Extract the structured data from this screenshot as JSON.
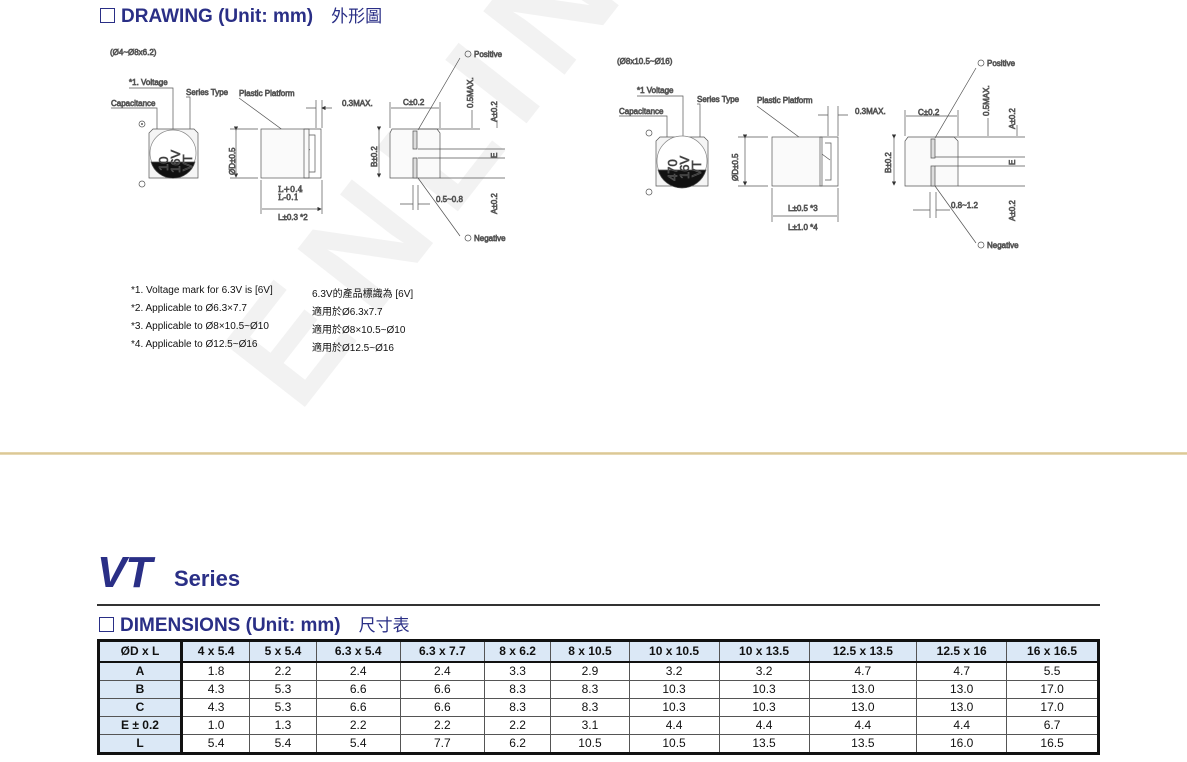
{
  "watermark": "ENLINCA",
  "drawing": {
    "title": "DRAWING (Unit: mm)",
    "title_cjk": "外形圖",
    "small": {
      "range": "(Ø4~Ø8x6.2)",
      "voltage_label": "*1. Voltage",
      "capacitance_label": "Capacitance",
      "series_type_label": "Series Type",
      "platform_label": "Plastic Platform",
      "marking": [
        "10",
        "16V",
        "VT"
      ],
      "diameter": "ØD±0.5",
      "length_tol_plus": "L+0.4",
      "length_tol_minus": "L-0.1",
      "length": "L±0.3 *2",
      "max03": "0.3MAX.",
      "c_dim": "C±0.2",
      "b_dim": "B±0.2",
      "max05": "0.5MAX.",
      "a_dim": "A±0.2",
      "e_dim": "E",
      "terminal": "0.5~0.8",
      "positive": "Positive",
      "negative": "Negative"
    },
    "large": {
      "range": "(Ø8x10.5~Ø16)",
      "voltage_label": "*1 Voltage",
      "capacitance_label": "Capacitance",
      "series_type_label": "Series Type",
      "platform_label": "Plastic Platform",
      "marking": [
        "470",
        "16V",
        "VT"
      ],
      "diameter": "ØD±0.5",
      "length_a": "L±0.5 *3",
      "length_b": "L±1.0 *4",
      "max03": "0.3MAX.",
      "c_dim": "C±0.2",
      "b_dim": "B±0.2",
      "max05": "0.5MAX.",
      "a_dim": "A±0.2",
      "e_dim": "E",
      "terminal": "0.8~1.2",
      "positive": "Positive",
      "negative": "Negative"
    },
    "notes": [
      {
        "en": "*1. Voltage mark for 6.3V is [6V]",
        "cn": "6.3V的產品標識為 [6V]"
      },
      {
        "en": "*2. Applicable to Ø6.3×7.7",
        "cn": "適用於Ø6.3x7.7"
      },
      {
        "en": "*3. Applicable to Ø8×10.5~Ø10",
        "cn": "適用於Ø8×10.5~Ø10"
      },
      {
        "en": "*4. Applicable to Ø12.5~Ø16",
        "cn": "適用於Ø12.5~Ø16"
      }
    ]
  },
  "series": {
    "name": "VT",
    "suffix": "Series"
  },
  "dimensions": {
    "title": "DIMENSIONS (Unit: mm)",
    "title_cjk": "尺寸表",
    "corner": "ØD x L",
    "columns": [
      "4 x 5.4",
      "5 x 5.4",
      "6.3 x 5.4",
      "6.3 x 7.7",
      "8 x 6.2",
      "8 x 10.5",
      "10 x 10.5",
      "10 x 13.5",
      "12.5 x 13.5",
      "12.5 x 16",
      "16 x 16.5"
    ],
    "rows": [
      {
        "label": "A",
        "values": [
          "1.8",
          "2.2",
          "2.4",
          "2.4",
          "3.3",
          "2.9",
          "3.2",
          "3.2",
          "4.7",
          "4.7",
          "5.5"
        ]
      },
      {
        "label": "B",
        "values": [
          "4.3",
          "5.3",
          "6.6",
          "6.6",
          "8.3",
          "8.3",
          "10.3",
          "10.3",
          "13.0",
          "13.0",
          "17.0"
        ]
      },
      {
        "label": "C",
        "values": [
          "4.3",
          "5.3",
          "6.6",
          "6.6",
          "8.3",
          "8.3",
          "10.3",
          "10.3",
          "13.0",
          "13.0",
          "17.0"
        ]
      },
      {
        "label": "E ± 0.2",
        "values": [
          "1.0",
          "1.3",
          "2.2",
          "2.2",
          "2.2",
          "3.1",
          "4.4",
          "4.4",
          "4.4",
          "4.4",
          "6.7"
        ]
      },
      {
        "label": "L",
        "values": [
          "5.4",
          "5.4",
          "5.4",
          "7.7",
          "6.2",
          "10.5",
          "10.5",
          "13.5",
          "13.5",
          "16.0",
          "16.5"
        ]
      }
    ]
  }
}
